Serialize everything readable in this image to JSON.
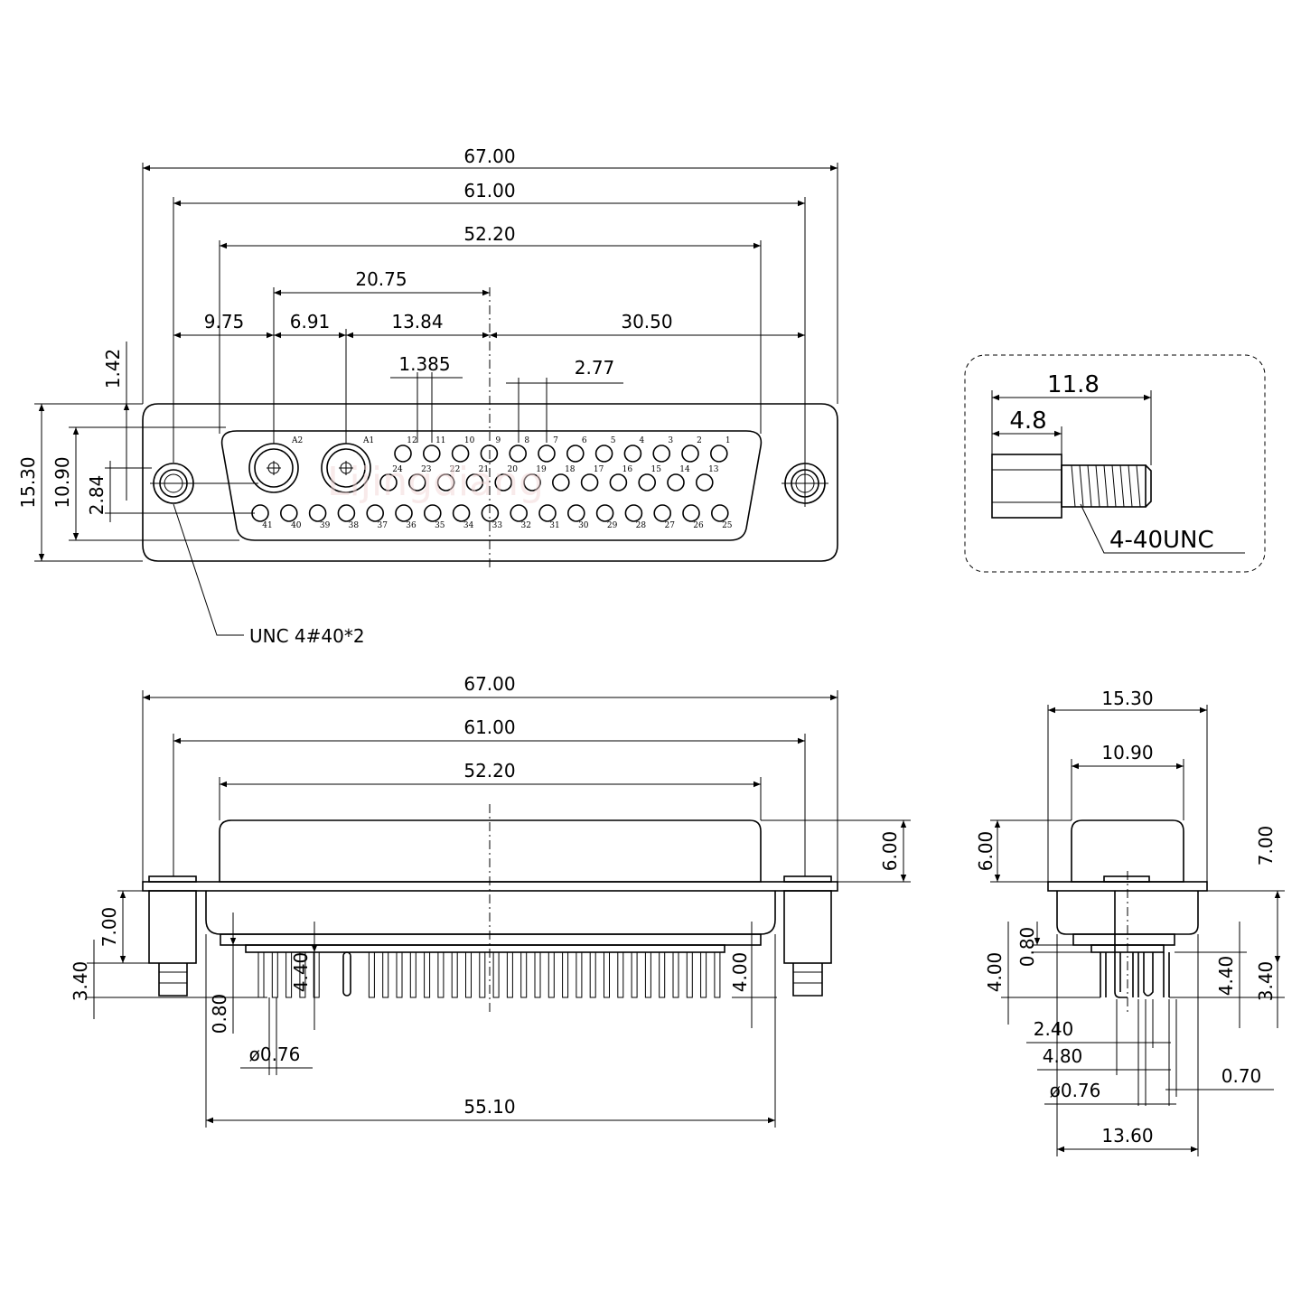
{
  "front_view": {
    "dims": {
      "overall": "67.00",
      "mount": "61.00",
      "shell": "52.20",
      "coax_to_center": "20.75",
      "coax_offset": "9.75",
      "coax_pitch": "6.91",
      "coax_to_axis": "13.84",
      "right_half": "30.50",
      "pin_pitch_half": "1.385",
      "pin_pitch": "2.77",
      "flange_top": "1.42",
      "height_overall": "15.30",
      "height_shell": "10.90",
      "row_offset": "2.84"
    },
    "coax_labels": [
      "A2",
      "A1"
    ],
    "row1": [
      "12",
      "11",
      "10",
      "9",
      "8",
      "7",
      "6",
      "5",
      "4",
      "3",
      "2",
      "1"
    ],
    "row2": [
      "24",
      "23",
      "22",
      "21",
      "20",
      "19",
      "18",
      "17",
      "16",
      "15",
      "14",
      "13"
    ],
    "row3": [
      "41",
      "40",
      "39",
      "38",
      "37",
      "36",
      "35",
      "34",
      "33",
      "32",
      "31",
      "30",
      "29",
      "28",
      "27",
      "26",
      "25"
    ],
    "callout": "UNC  4#40*2",
    "watermark": "Lijingdiang"
  },
  "screw_detail": {
    "length": "11.8",
    "hex_length": "4.8",
    "thread": "4-40UNC"
  },
  "side_view": {
    "overall": "67.00",
    "mount": "61.00",
    "shell": "52.20",
    "shell_height": "6.00",
    "standoff": "7.00",
    "screw_len": "3.40",
    "pin_len": "4.40",
    "pin_len_r": "4.00",
    "pin_gap": "0.80",
    "pin_dia": "ø0.76",
    "pin_span": "55.10"
  },
  "end_view": {
    "overall": "15.30",
    "shell": "10.90",
    "shell_height": "6.00",
    "standoff": "7.00",
    "gap": "0.80",
    "pin_len": "4.00",
    "pin_len_r": "4.40",
    "screw_len": "3.40",
    "row_sp_1": "2.40",
    "row_sp_2": "4.80",
    "pin_dia": "ø0.76",
    "offset": "0.70",
    "base": "13.60"
  }
}
